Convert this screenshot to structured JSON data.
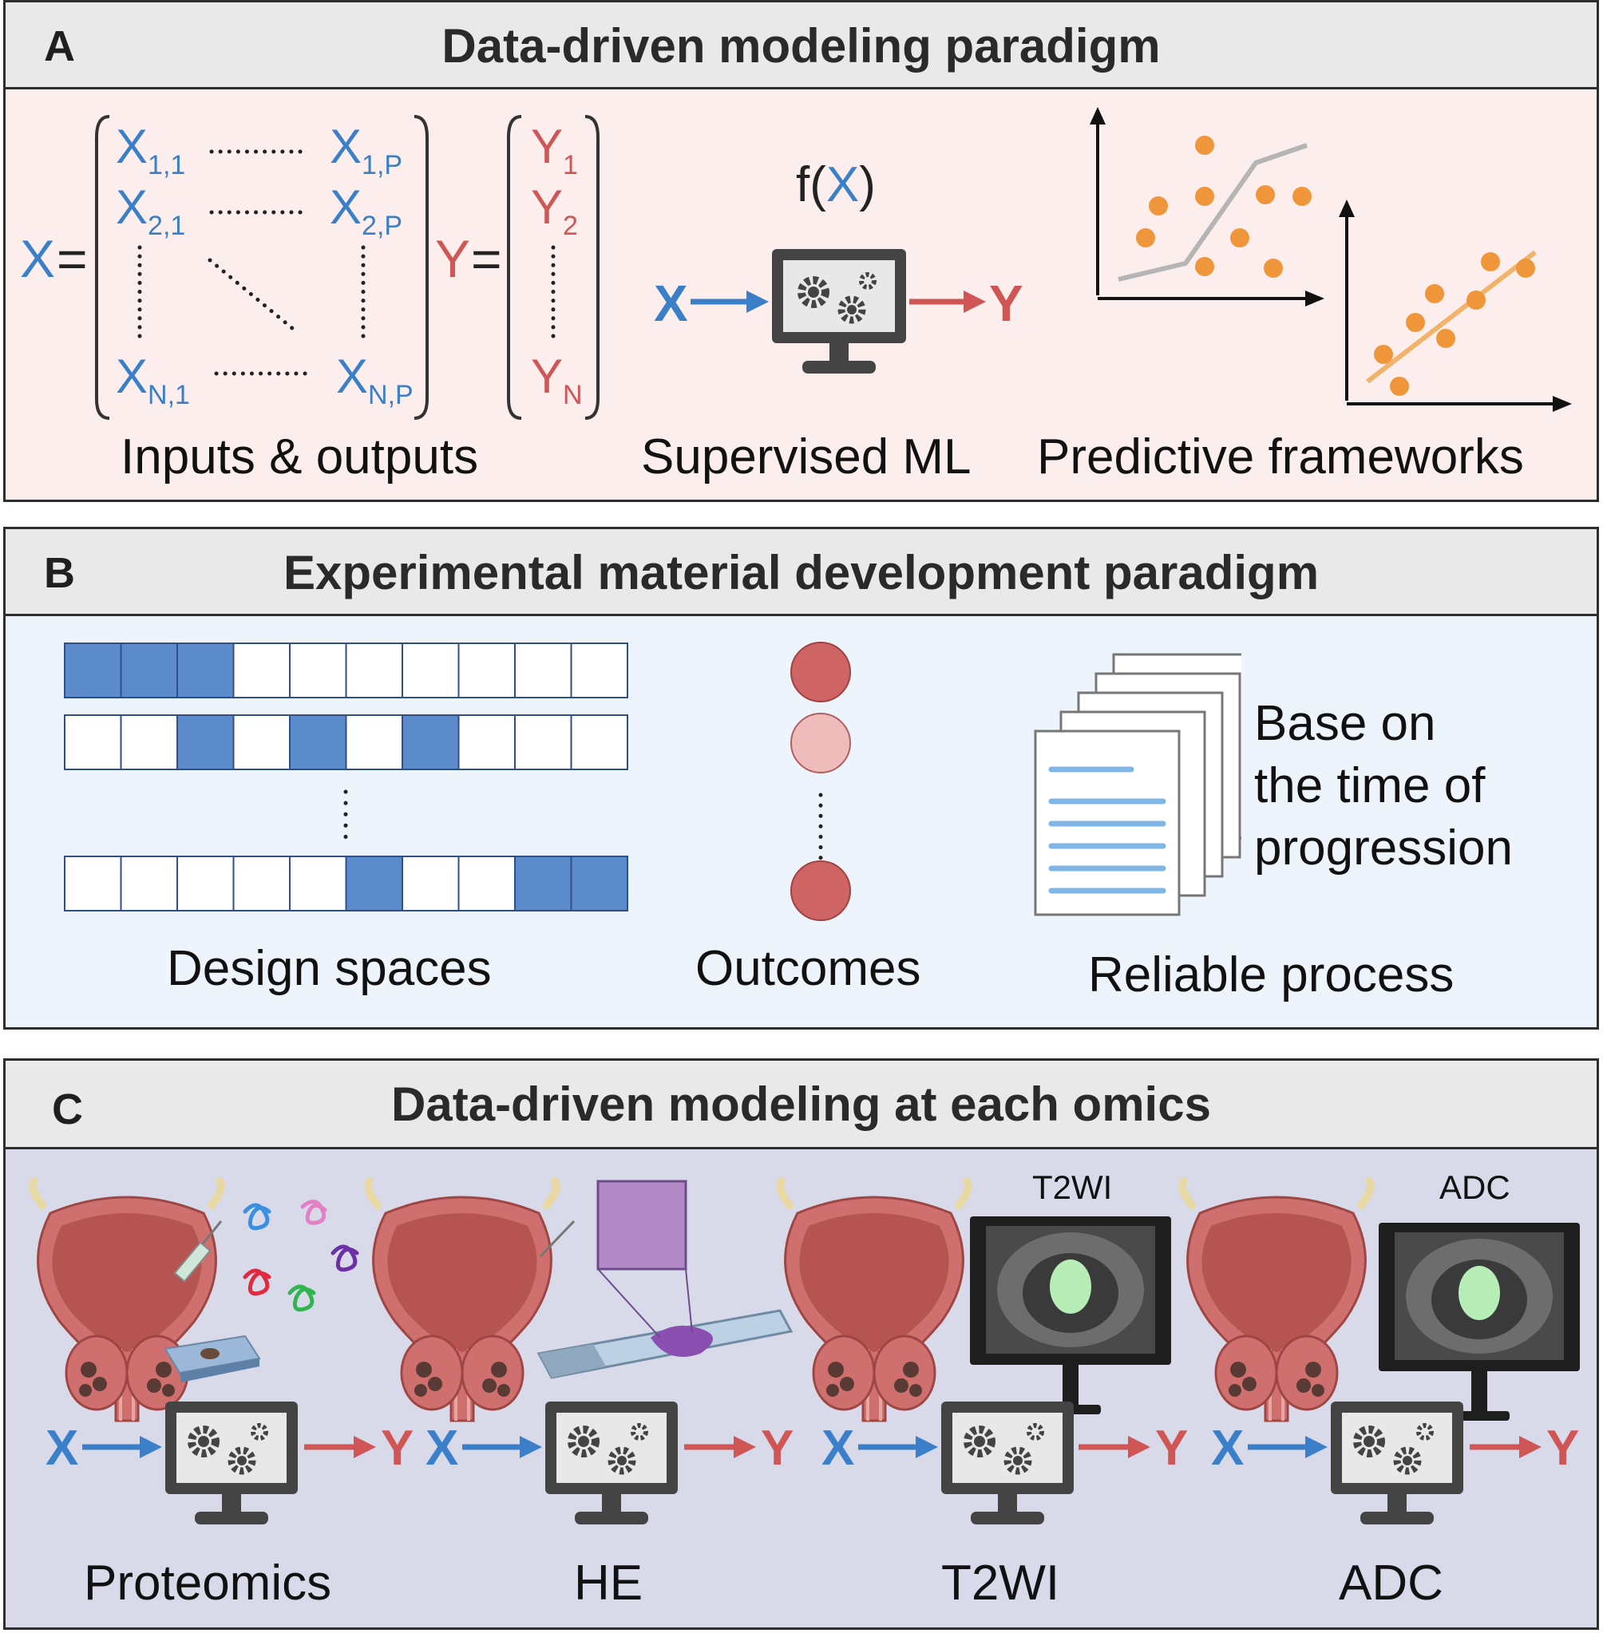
{
  "panels": {
    "a": {
      "letter": "A",
      "title": "Data-driven modeling paradigm",
      "x_symbol": "X",
      "y_symbol": "Y",
      "equals": "=",
      "matrix_cells": {
        "c11": "X",
        "c11_sub": "1,1",
        "c1p": "X",
        "c1p_sub": "1,P",
        "c21": "X",
        "c21_sub": "2,1",
        "c2p": "X",
        "c2p_sub": "2,P",
        "cn1": "X",
        "cn1_sub": "N,1",
        "cnp": "X",
        "cnp_sub": "N,P"
      },
      "vector_cells": {
        "y1": "Y",
        "y1_sub": "1",
        "y2": "Y",
        "y2_sub": "2",
        "yn": "Y",
        "yn_sub": "N"
      },
      "function": {
        "prefix": "f(",
        "arg": "X",
        "suffix": ")"
      },
      "captions": {
        "inputs_outputs": "Inputs & outputs",
        "supervised_ml": "Supervised ML",
        "predictive": "Predictive frameworks"
      },
      "colors": {
        "background": "#fdeeee",
        "blue": "#3a7fc8",
        "red": "#d05656",
        "dot": "#f0963a",
        "curve": "#b5b5b5",
        "fit": "#f2b26a"
      }
    },
    "b": {
      "letter": "B",
      "title": "Experimental material development paradigm",
      "grid_rows": [
        [
          1,
          1,
          1,
          0,
          0,
          0,
          0,
          0,
          0,
          0
        ],
        [
          0,
          0,
          1,
          0,
          1,
          0,
          1,
          0,
          0,
          0
        ],
        [
          0,
          0,
          0,
          0,
          0,
          1,
          0,
          0,
          1,
          1
        ]
      ],
      "outcome_colors": [
        "#cf6464",
        "#efbcbc",
        "#cf6464"
      ],
      "doc_text": [
        "Base on",
        "the time of",
        "progression"
      ],
      "captions": {
        "design": "Design spaces",
        "outcomes": "Outcomes",
        "reliable": "Reliable process"
      },
      "colors": {
        "background": "#edf4fc",
        "cell_fill": "#5b8bcb",
        "cell_border": "#2f4f86",
        "doc_line": "#7fb6e6"
      }
    },
    "c": {
      "letter": "C",
      "title": "Data-driven modeling at each omics",
      "x_symbol": "X",
      "y_symbol": "Y",
      "image_labels": {
        "t2wi": "T2WI",
        "adc": "ADC"
      },
      "captions": [
        "Proteomics",
        "HE",
        "T2WI",
        "ADC"
      ],
      "colors": {
        "background": "#d8dae9",
        "organ": "#cf706e",
        "organ_inner": "#b65451",
        "horn": "#e8d9a4",
        "mri_region": "#b9edb8"
      }
    }
  }
}
